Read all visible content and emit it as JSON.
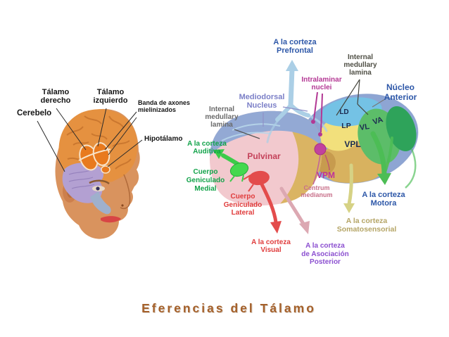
{
  "slide": {
    "title": "Eferencias del Tálamo",
    "background_color": "#ffffff",
    "title_color": "#a5612b"
  },
  "head_figure": {
    "talamo_derecho": "Tálamo\nderecho",
    "talamo_izquierdo": "Tálamo\nizquierdo",
    "cerebelo": "Cerebelo",
    "banda_axones": "Banda de axones\nmielinizados",
    "hipotalamo": "Hipotálamo"
  },
  "thalamus_figure": {
    "prefrontal": "A la corteza\nPrefrontal",
    "intralaminar": "Intralaminar\nnuclei",
    "internal_medullary_left": "Internal\nmedullary\nlamina",
    "internal_medullary_right": "Internal\nmedullary\nlamina",
    "nucleo_anterior": "Núcleo\nAnterior",
    "mediodorsal": "Mediodorsal\nNucleus",
    "pulvinar": "Pulvinar",
    "ld": "LD",
    "lp": "LP",
    "vl": "VL",
    "va": "VA",
    "vpl": "VPL",
    "vpm": "VPM",
    "centrum_medianum": "Centrum\nmedianum",
    "auditiva": "A la corteza\nAuditiva",
    "cuerpo_geniculado_medial": "Cuerpo\nGeniculado\nMedial",
    "cuerpo_geniculado_lateral": "Cuerpo\nGeniculado\nLateral",
    "motora": "A la corteza\nMotora",
    "somatosensorial": "A la corteza\nSomatosensorial",
    "visual": "A la corteza\nVisual",
    "asociacion_posterior": "A la corteza\nde Asociación\nPosterior"
  },
  "colors": {
    "cortex_label_blue": "#2d57a8",
    "auditory_green": "#12a34a",
    "visual_red": "#e03c3c",
    "vpm_magenta": "#be2f9b",
    "posterior_assoc_purple": "#8b4fd0",
    "somatosensory_khaki": "#b5a566",
    "centrum_pink": "#c8708a",
    "mediodorsal_blue": "#7b7fc7",
    "lamina_gray": "#6a6a6a",
    "title_brown": "#a5612b",
    "pulvinar_pink": "#f2c9ce",
    "lobe_periwinkle": "#8ea5d3",
    "vpl_tan": "#d8b25f",
    "lp_yellow": "#f2e07c",
    "ld_lightblue": "#74c2e5",
    "vl_green": "#5cbd69",
    "va_darkgreen": "#2ea35a"
  }
}
